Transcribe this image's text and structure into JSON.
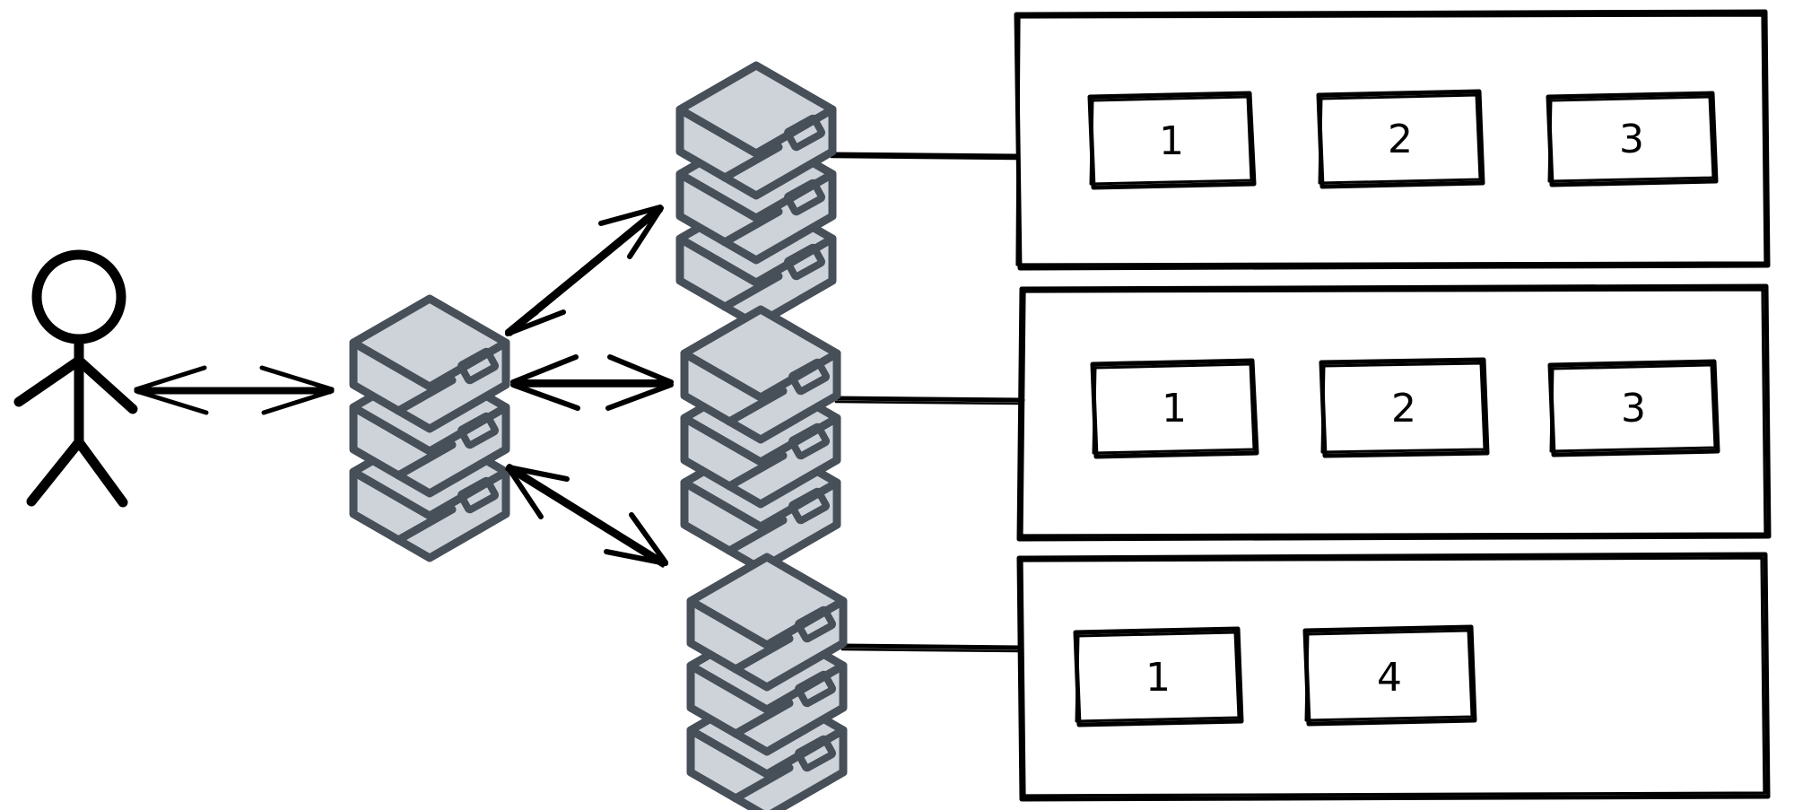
{
  "diagram": {
    "style": "hand-drawn-sketch",
    "background_color": "#ffffff",
    "stroke_color": "#000000",
    "server_fill_color": "#ced3da",
    "server_stroke_color": "#474f59",
    "actor": {
      "name": "stick-figure-user",
      "label": ""
    },
    "coordinator": {
      "name": "central-server",
      "label": ""
    },
    "connections": [
      {
        "from": "user",
        "to": "central-server",
        "arrow": "bidirectional"
      },
      {
        "from": "central-server",
        "to": "server-node-1",
        "arrow": "bidirectional"
      },
      {
        "from": "central-server",
        "to": "server-node-2",
        "arrow": "bidirectional"
      },
      {
        "from": "central-server",
        "to": "server-node-3",
        "arrow": "bidirectional"
      }
    ],
    "nodes": [
      {
        "id": "server-node-1",
        "server_label": "",
        "group_label": "",
        "items": [
          "1",
          "2",
          "3"
        ]
      },
      {
        "id": "server-node-2",
        "server_label": "",
        "group_label": "",
        "items": [
          "1",
          "2",
          "3"
        ]
      },
      {
        "id": "server-node-3",
        "server_label": "",
        "group_label": "",
        "items": [
          "1",
          "4"
        ]
      }
    ]
  }
}
